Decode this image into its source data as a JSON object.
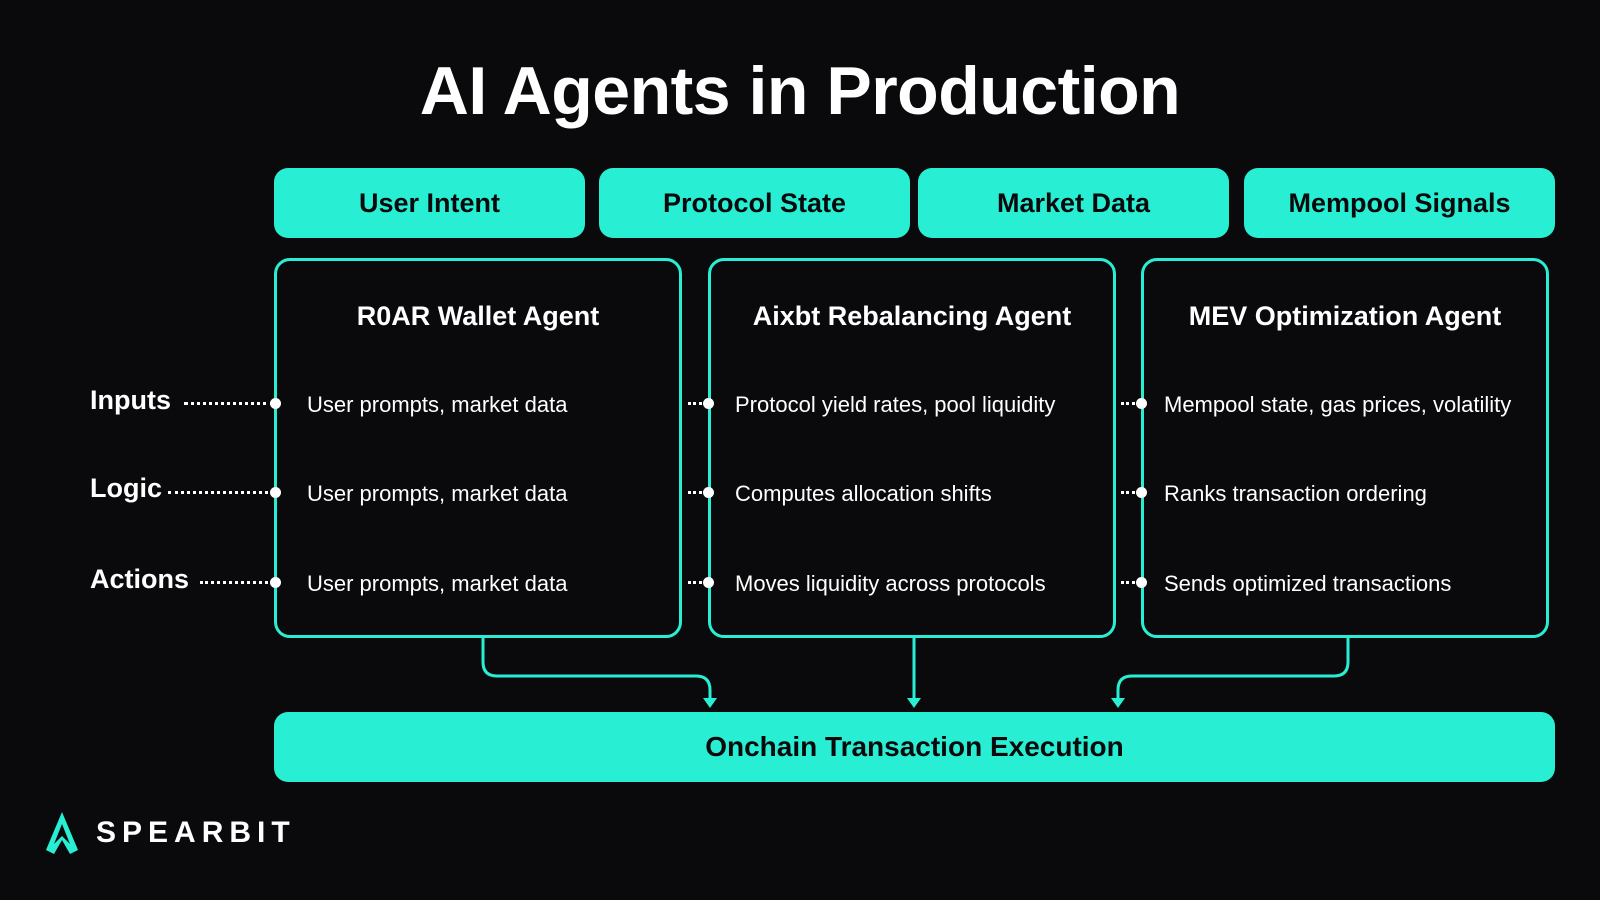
{
  "title": "AI Agents in Production",
  "inputs_sources": [
    "User Intent",
    "Protocol State",
    "Market Data",
    "Mempool Signals"
  ],
  "row_labels": [
    "Inputs",
    "Logic",
    "Actions"
  ],
  "agents": [
    {
      "name": "R0AR Wallet Agent",
      "inputs": "User prompts, market data",
      "logic": "User prompts, market data",
      "actions": "User prompts, market data"
    },
    {
      "name": "Aixbt Rebalancing Agent",
      "inputs": "Protocol yield rates, pool liquidity",
      "logic": "Computes allocation shifts",
      "actions": "Moves liquidity across protocols"
    },
    {
      "name": "MEV Optimization Agent",
      "inputs": "Mempool state, gas prices, volatility",
      "logic": "Ranks transaction ordering",
      "actions": "Sends optimized transactions"
    }
  ],
  "output": "Onchain Transaction Execution",
  "brand": {
    "name": "SPEARBIT",
    "logo_icon": "spearbit-logo-icon"
  },
  "colors": {
    "accent": "#28efd3",
    "background": "#0a0a0c",
    "text": "#ffffff"
  }
}
